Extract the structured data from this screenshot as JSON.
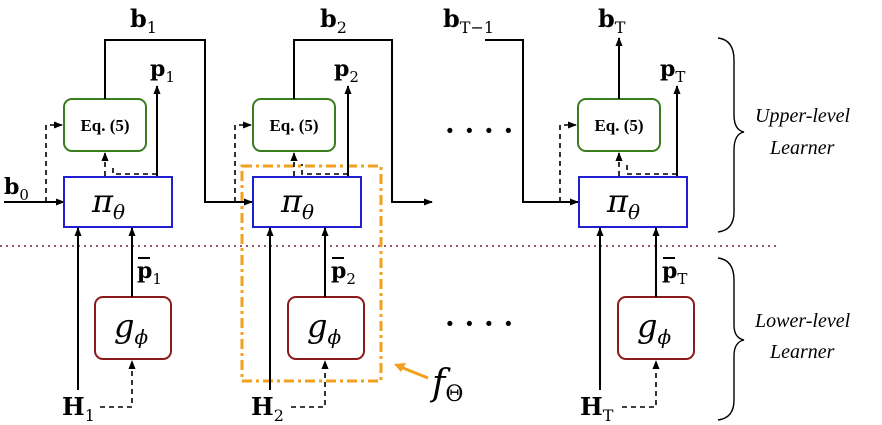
{
  "colors": {
    "pi_box_stroke": "#2020d0",
    "eq_box_stroke": "#3a7d1e",
    "g_box_stroke": "#8b1a1a",
    "f_theta_highlight": "#f2a01d",
    "level_divider": "#7a1f3d",
    "line": "#000000"
  },
  "modules": {
    "policy_symbol": "π",
    "policy_subscript": "θ",
    "lower_symbol": "g",
    "lower_subscript": "ϕ",
    "equation_label": "Eq. (5)"
  },
  "stages": [
    {
      "b_sub": "1",
      "p_sub": "1",
      "pbar_sub": "1",
      "h_sub": "1"
    },
    {
      "b_sub": "2",
      "p_sub": "2",
      "pbar_sub": "2",
      "h_sub": "2"
    },
    {
      "b_sub": "T",
      "p_sub": "T",
      "pbar_sub": "T",
      "h_sub": "T"
    }
  ],
  "b0": {
    "base": "b",
    "sub": "0"
  },
  "b_prev_last": {
    "base": "b",
    "sub": "T−1"
  },
  "symbols": {
    "b": "b",
    "p": "p",
    "h": "H"
  },
  "ellipsis": "· · · ·",
  "f_theta": {
    "base": "f",
    "sub": "Θ"
  },
  "levels": {
    "upper_line1": "Upper-level",
    "upper_line2": "Learner",
    "lower_line1": "Lower-level",
    "lower_line2": "Learner"
  }
}
